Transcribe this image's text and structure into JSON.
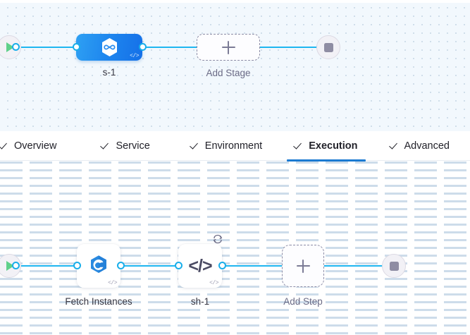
{
  "stage_canvas": {
    "start_node": {
      "name": "pipeline-start",
      "icon": "play-icon"
    },
    "end_node": {
      "name": "pipeline-end",
      "icon": "stop-icon"
    },
    "nodes": [
      {
        "label": "s-1",
        "icon": "hexagon-infinity-icon",
        "badge": "</>",
        "type": "stage"
      }
    ],
    "add_node": {
      "label": "Add Stage",
      "icon": "plus-icon"
    }
  },
  "tabs": [
    {
      "label": "Overview",
      "active": false,
      "check": true
    },
    {
      "label": "Service",
      "active": false,
      "check": true
    },
    {
      "label": "Environment",
      "active": false,
      "check": true
    },
    {
      "label": "Execution",
      "active": true,
      "check": true
    },
    {
      "label": "Advanced",
      "active": false,
      "check": true
    }
  ],
  "step_canvas": {
    "start_node": {
      "name": "execution-start",
      "icon": "play-icon"
    },
    "end_node": {
      "name": "execution-end",
      "icon": "stop-icon"
    },
    "nodes": [
      {
        "label": "Fetch Instances",
        "icon": "cloud-hexagon-icon",
        "badge": "</>",
        "loop": false
      },
      {
        "label": "sh-1",
        "icon": "code-slash-icon",
        "badge": "</>",
        "loop": true,
        "loop_icon": "repeat-icon"
      }
    ],
    "add_node": {
      "label": "Add Step",
      "icon": "plus-icon"
    }
  },
  "colors": {
    "edge": "#1fb6f0",
    "accent": "#1b7ad1",
    "stage_node_start": "#2ea0f3",
    "stage_node_end": "#1570e8",
    "play": "#5fd08a",
    "stop": "#8f8da3",
    "canvas_top_bg": "#f2f8fd",
    "canvas_bottom_bg": "#ffffff"
  }
}
